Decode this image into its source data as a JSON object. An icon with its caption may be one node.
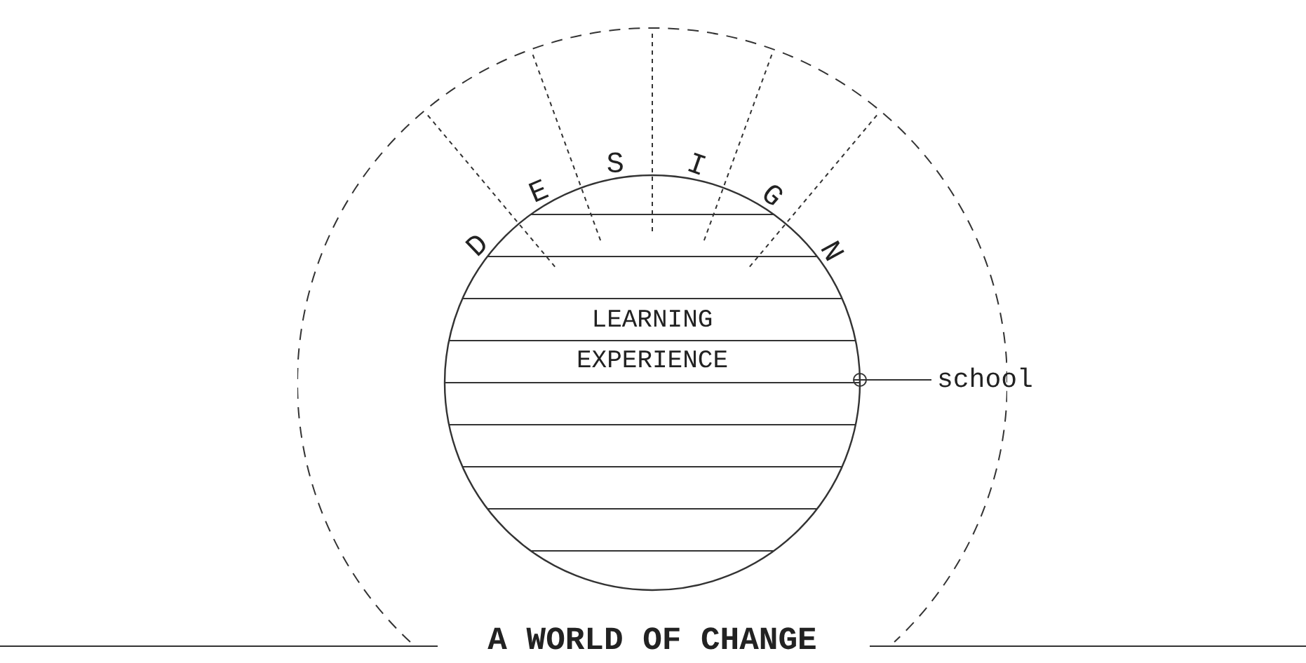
{
  "diagram": {
    "nodes": [
      {
        "text": [
          "A WORLD OF CHANGE"
        ]
      },
      {
        "text": [
          "LEARNING EXPERIENCE"
        ],
        "in": 0
      },
      {
        "text": [
          "school"
        ]
      }
    ],
    "edges": [
      {
        "from": 2,
        "to": 1,
        "arrow": "other"
      }
    ],
    "labels": [
      "DESIGN"
    ]
  }
}
